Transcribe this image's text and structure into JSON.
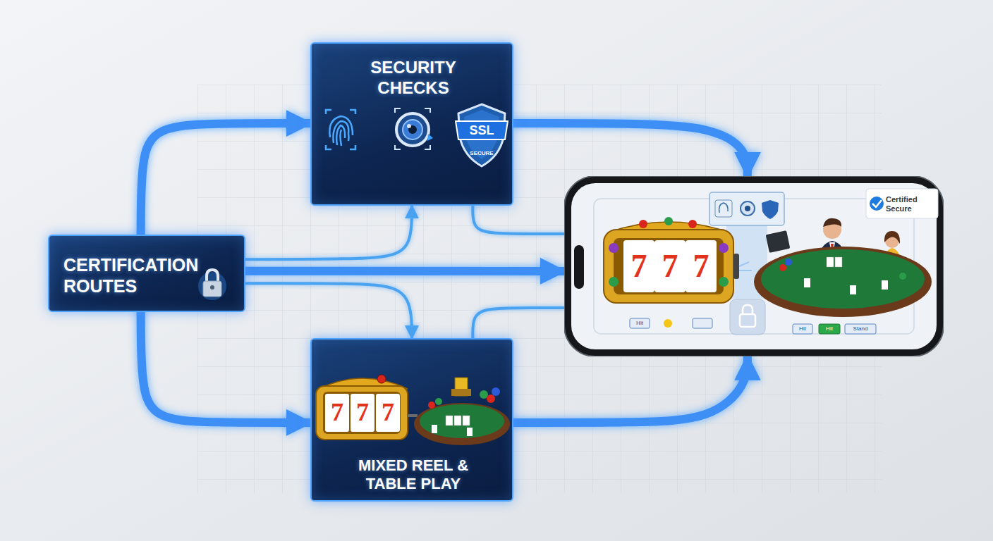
{
  "diagram": {
    "nodes": [
      {
        "text": [
          "CERTIFICATION ROUTES"
        ]
      },
      {
        "text": [
          "SECURITY CHECKS"
        ]
      },
      {
        "text": [
          "MIXED REEL & TABLE PLAY"
        ]
      },
      {
        "text": [
          "Certified Secure"
        ]
      }
    ],
    "edges": [
      {
        "from": 0,
        "to": 1,
        "arrow": "to"
      },
      {
        "from": 0,
        "to": 2,
        "arrow": "to"
      },
      {
        "from": 0,
        "to": 3,
        "arrow": "to"
      },
      {
        "from": 1,
        "to": 3,
        "arrow": "to"
      },
      {
        "from": 2,
        "to": 3,
        "arrow": "to"
      },
      {
        "from": 0,
        "to": 1,
        "arrow": "to"
      },
      {
        "from": 0,
        "to": 2,
        "arrow": "to"
      },
      {
        "from": 1,
        "to": 3,
        "arrow": "none"
      },
      {
        "from": 2,
        "to": 3,
        "arrow": "none"
      }
    ],
    "labels": [
      "SSL",
      "SECURE",
      "7",
      "7",
      "7",
      "7",
      "7",
      "7",
      "Hit",
      "Hit",
      "Hit",
      "Stand"
    ]
  }
}
